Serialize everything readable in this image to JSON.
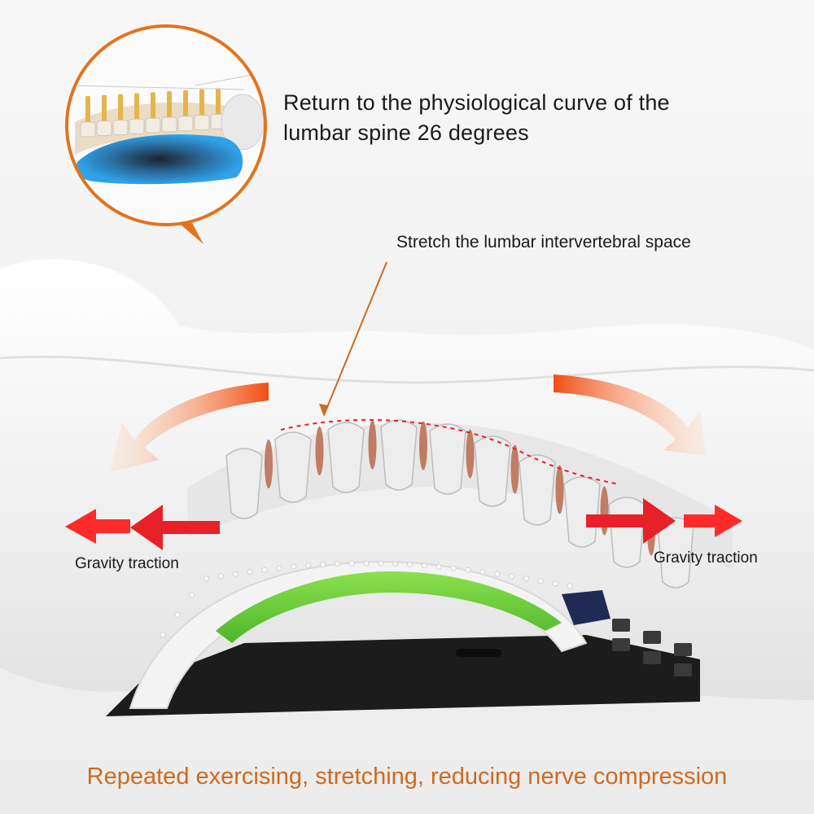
{
  "headline": {
    "line1": "Return to the physiological curve of the",
    "line2": "lumbar spine 26 degrees"
  },
  "callout_text": "Stretch the lumbar intervertebral space",
  "traction_left": "Gravity traction",
  "traction_right": "Gravity traction",
  "footer": "Repeated exercising, stretching, reducing nerve compression",
  "colors": {
    "accent": "#cf6a1f",
    "arrow_red": "#e8202a",
    "curve_arrow": "#f26b1c",
    "stretcher_green": "#6fcf3a",
    "cushion_blue": "#2fa2ea",
    "base_black": "#1c1c1c",
    "spine_gray": "#e6e6e6"
  },
  "icons": {
    "zoom": "zoom-magnifier-icon",
    "curve_left": "curved-arrow-left-icon",
    "curve_right": "curved-arrow-right-icon",
    "traction": "traction-arrow-icon"
  }
}
